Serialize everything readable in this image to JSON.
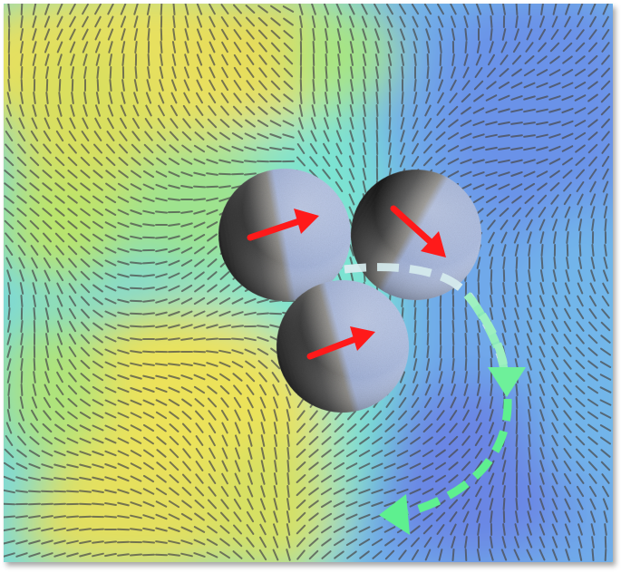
{
  "scene": {
    "type": "active-janus-particle-cluster-on-orientation-field",
    "field_colormap": [
      "#f0e05a",
      "#c9e465",
      "#7fe0c8",
      "#6fc7e4",
      "#7aa8ec",
      "#6d86e6"
    ],
    "field_line_color": "#4a4a4a",
    "particle_count": 3,
    "particle_dark_color": "#1c1c1c",
    "particle_light_color": "#a9bde4",
    "orientation_arrow_color": "#ff1a1a",
    "rotation_path_color": "#5ef08f",
    "rotation_path_start_color": "#cfe6ea",
    "rotation_direction": "clockwise"
  }
}
